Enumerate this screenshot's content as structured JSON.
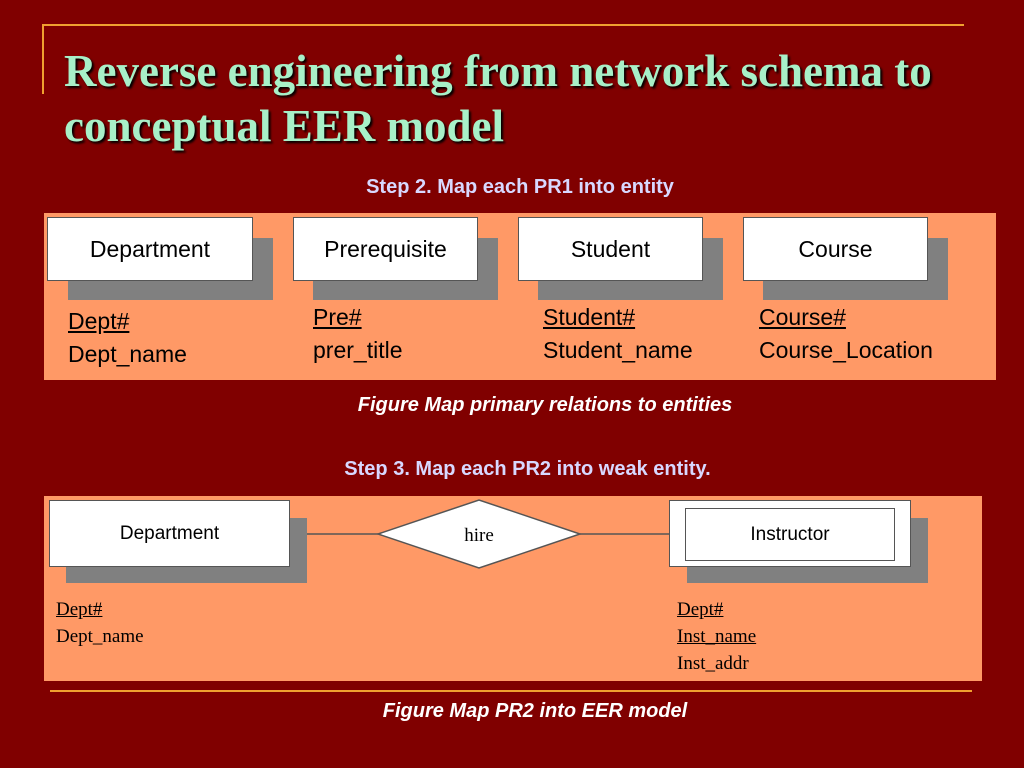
{
  "title": "Reverse engineering from network schema to conceptual EER model",
  "step2": {
    "heading": "Step 2. Map each PR1 into entity",
    "entities": [
      {
        "name": "Department",
        "key": "Dept#",
        "attr": "Dept_name"
      },
      {
        "name": "Prerequisite",
        "key": "Pre#",
        "attr": "prer_title"
      },
      {
        "name": "Student",
        "key": "Student#",
        "attr": "Student_name"
      },
      {
        "name": "Course",
        "key": "Course#",
        "attr": "Course_Location"
      }
    ],
    "caption": "Figure Map primary relations to entities"
  },
  "step3": {
    "heading": "Step 3. Map each PR2 into weak entity.",
    "strong_entity": {
      "name": "Department",
      "key": "Dept#",
      "attr": "Dept_name"
    },
    "relationship": "hire",
    "weak_entity": {
      "name": "Instructor",
      "key1": "Dept#",
      "key2": "Inst_name",
      "attr": "Inst_addr"
    },
    "caption": "Figure Map PR2 into EER model"
  },
  "colors": {
    "background": "#800000",
    "accent_line": "#F0A030",
    "panel": "#FF9966",
    "title_text": "#A8F0C8",
    "step_text": "#D8D8FF"
  }
}
